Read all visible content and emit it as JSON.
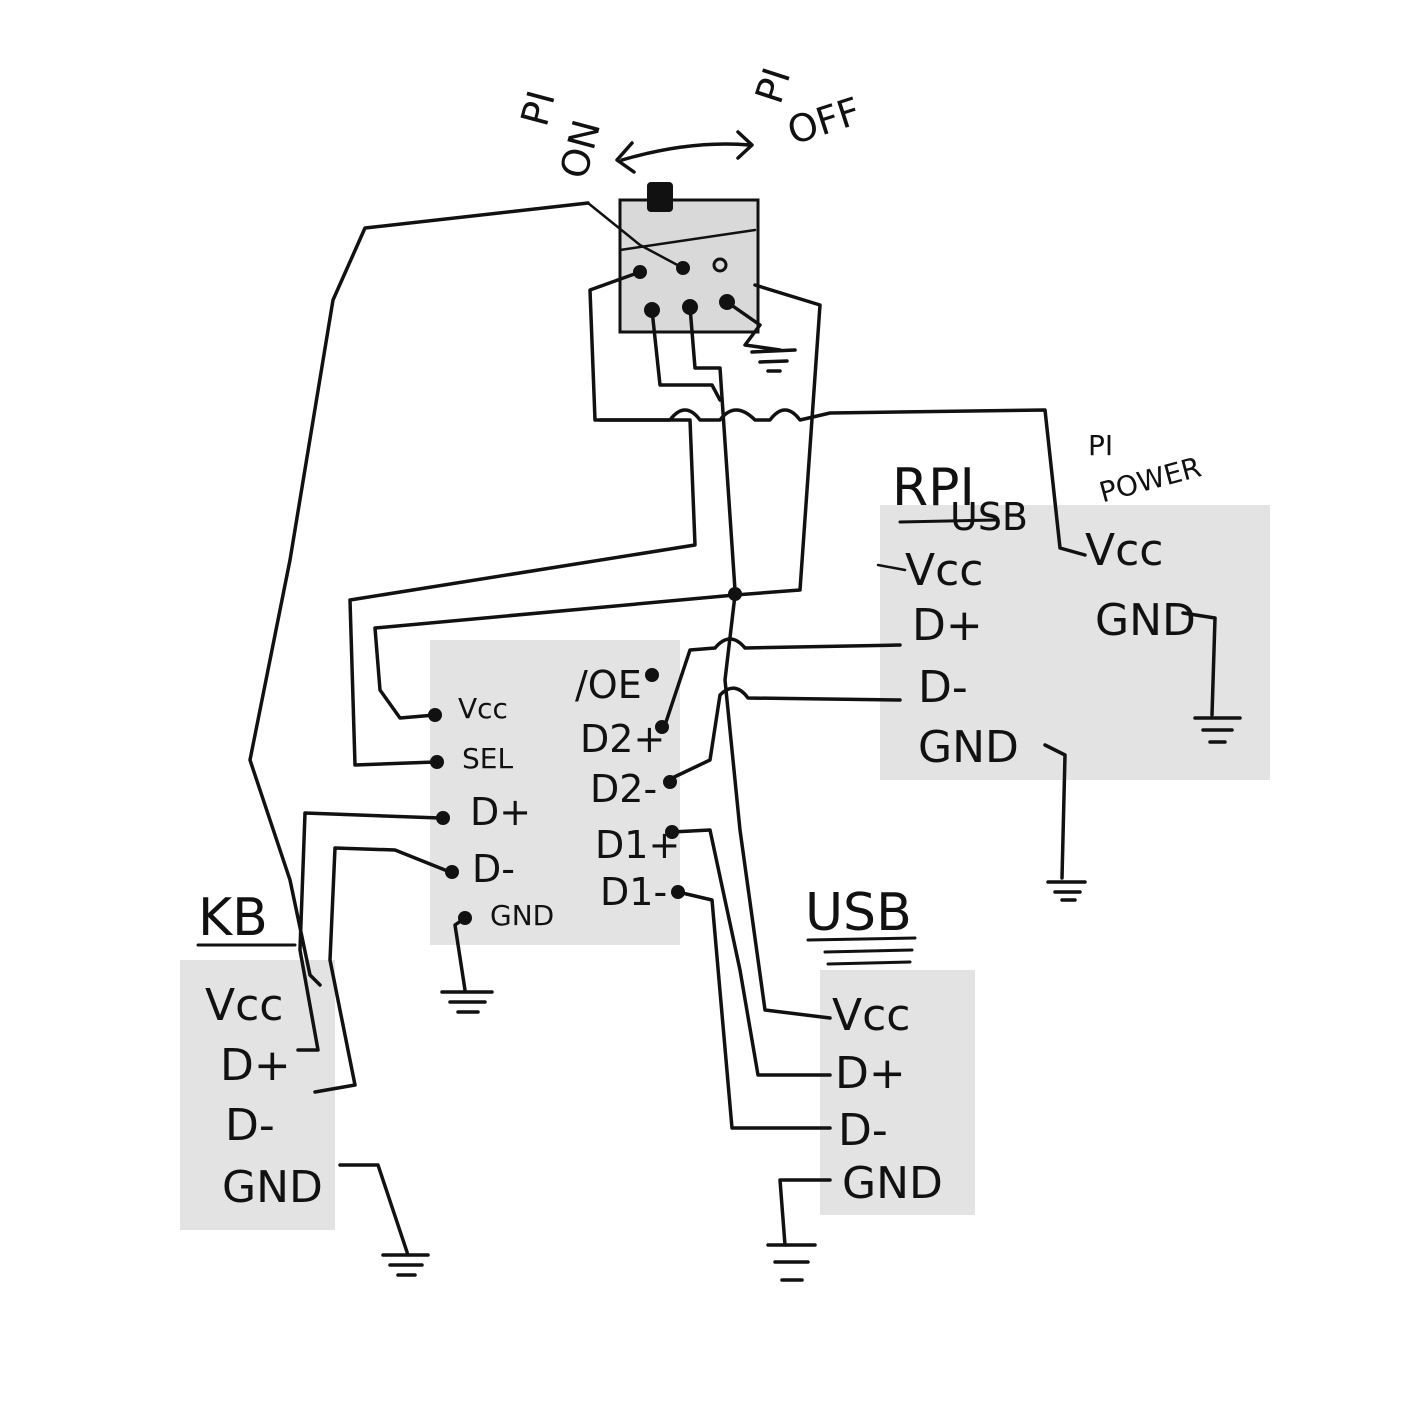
{
  "switch": {
    "left_label_line1": "PI",
    "left_label_line2": "ON",
    "right_label_line1": "PI",
    "right_label_line2": "OFF"
  },
  "rpi_usb": {
    "title_top": "RPI",
    "title_sub": "USB",
    "pins": [
      "Vcc",
      "D+",
      "D-",
      "GND"
    ]
  },
  "pi_power": {
    "label_line1": "PI",
    "label_line2": "POWER",
    "pins": [
      "Vcc",
      "GND"
    ]
  },
  "chip": {
    "left_pins": [
      "Vcc",
      "SEL",
      "D+",
      "D-",
      "GND"
    ],
    "right_pins": [
      "/OE",
      "D2+",
      "D2-",
      "D1+",
      "D1-"
    ]
  },
  "kb": {
    "title": "KB",
    "pins": [
      "Vcc",
      "D+",
      "D-",
      "GND"
    ]
  },
  "usb": {
    "title": "USB",
    "pins": [
      "Vcc",
      "D+",
      "D-",
      "GND"
    ]
  }
}
